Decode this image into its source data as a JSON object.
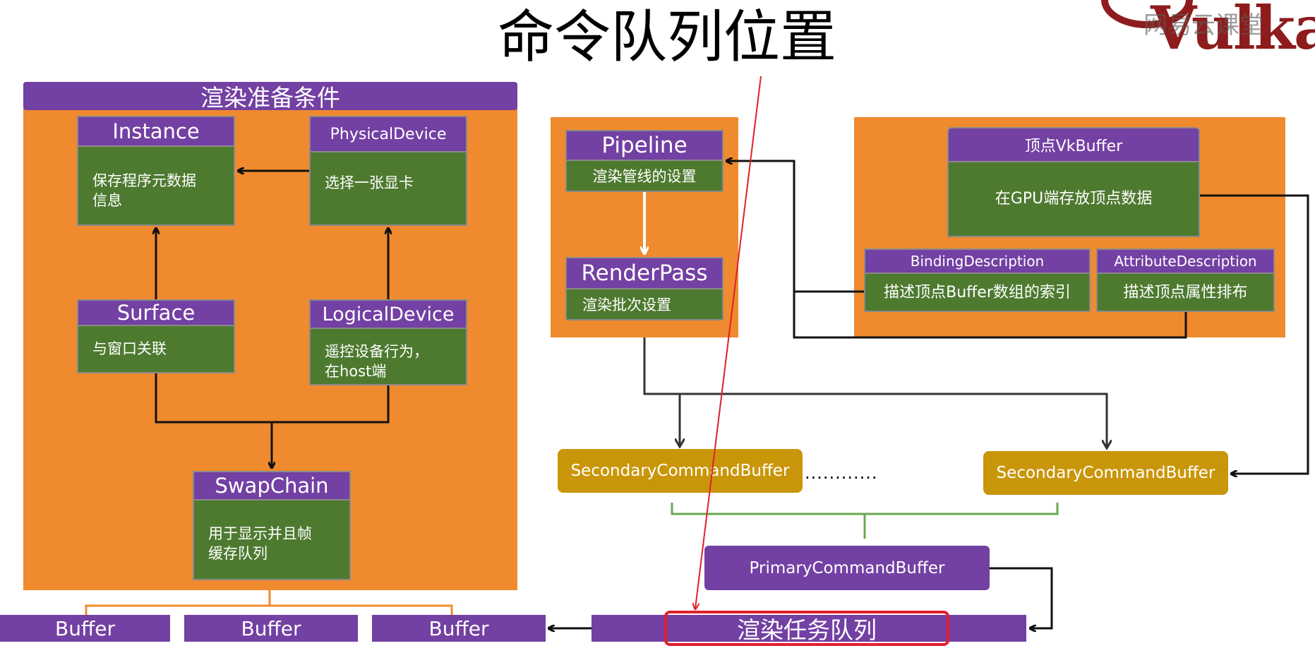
{
  "title": "命令队列位置",
  "watermark": {
    "brand": "网易云课堂",
    "logo_text": "Vulkan"
  },
  "prep": {
    "title": "渲染准备条件",
    "instance": {
      "title": "Instance",
      "text": "保存程序元数据\n信息"
    },
    "physical_device": {
      "title": "PhysicalDevice",
      "text": "选择一张显卡"
    },
    "surface": {
      "title": "Surface",
      "text": "与窗口关联"
    },
    "logical_device": {
      "title": "LogicalDevice",
      "text": "遥控设备行为，\n在host端"
    },
    "swapchain": {
      "title": "SwapChain",
      "text": "用于显示并且帧\n缓存队列"
    }
  },
  "pipeline": {
    "pipeline": {
      "title": "Pipeline",
      "text": "渲染管线的设置"
    },
    "renderpass": {
      "title": "RenderPass",
      "text": "渲染批次设置"
    }
  },
  "vertex": {
    "buffer": {
      "title": "顶点VkBuffer",
      "text": "在GPU端存放顶点数据"
    },
    "binding": {
      "title": "BindingDescription",
      "text": "描述顶点Buffer数组的索引"
    },
    "attribute": {
      "title": "AttributeDescription",
      "text": "描述顶点属性排布"
    }
  },
  "command": {
    "secondary_left": "SecondaryCommandBuffer",
    "dots": "............",
    "secondary_right": "SecondaryCommandBuffer",
    "primary": "PrimaryCommandBuffer",
    "queue": "渲染任务队列"
  },
  "buffers": [
    "Buffer",
    "Buffer",
    "Buffer"
  ],
  "colors": {
    "orange": "#f08a2e",
    "purple": "#7340a3",
    "green": "#4e7a30",
    "gold": "#c9960a",
    "highlight_red": "#e0202a",
    "logo_red": "#8e1c1c"
  }
}
